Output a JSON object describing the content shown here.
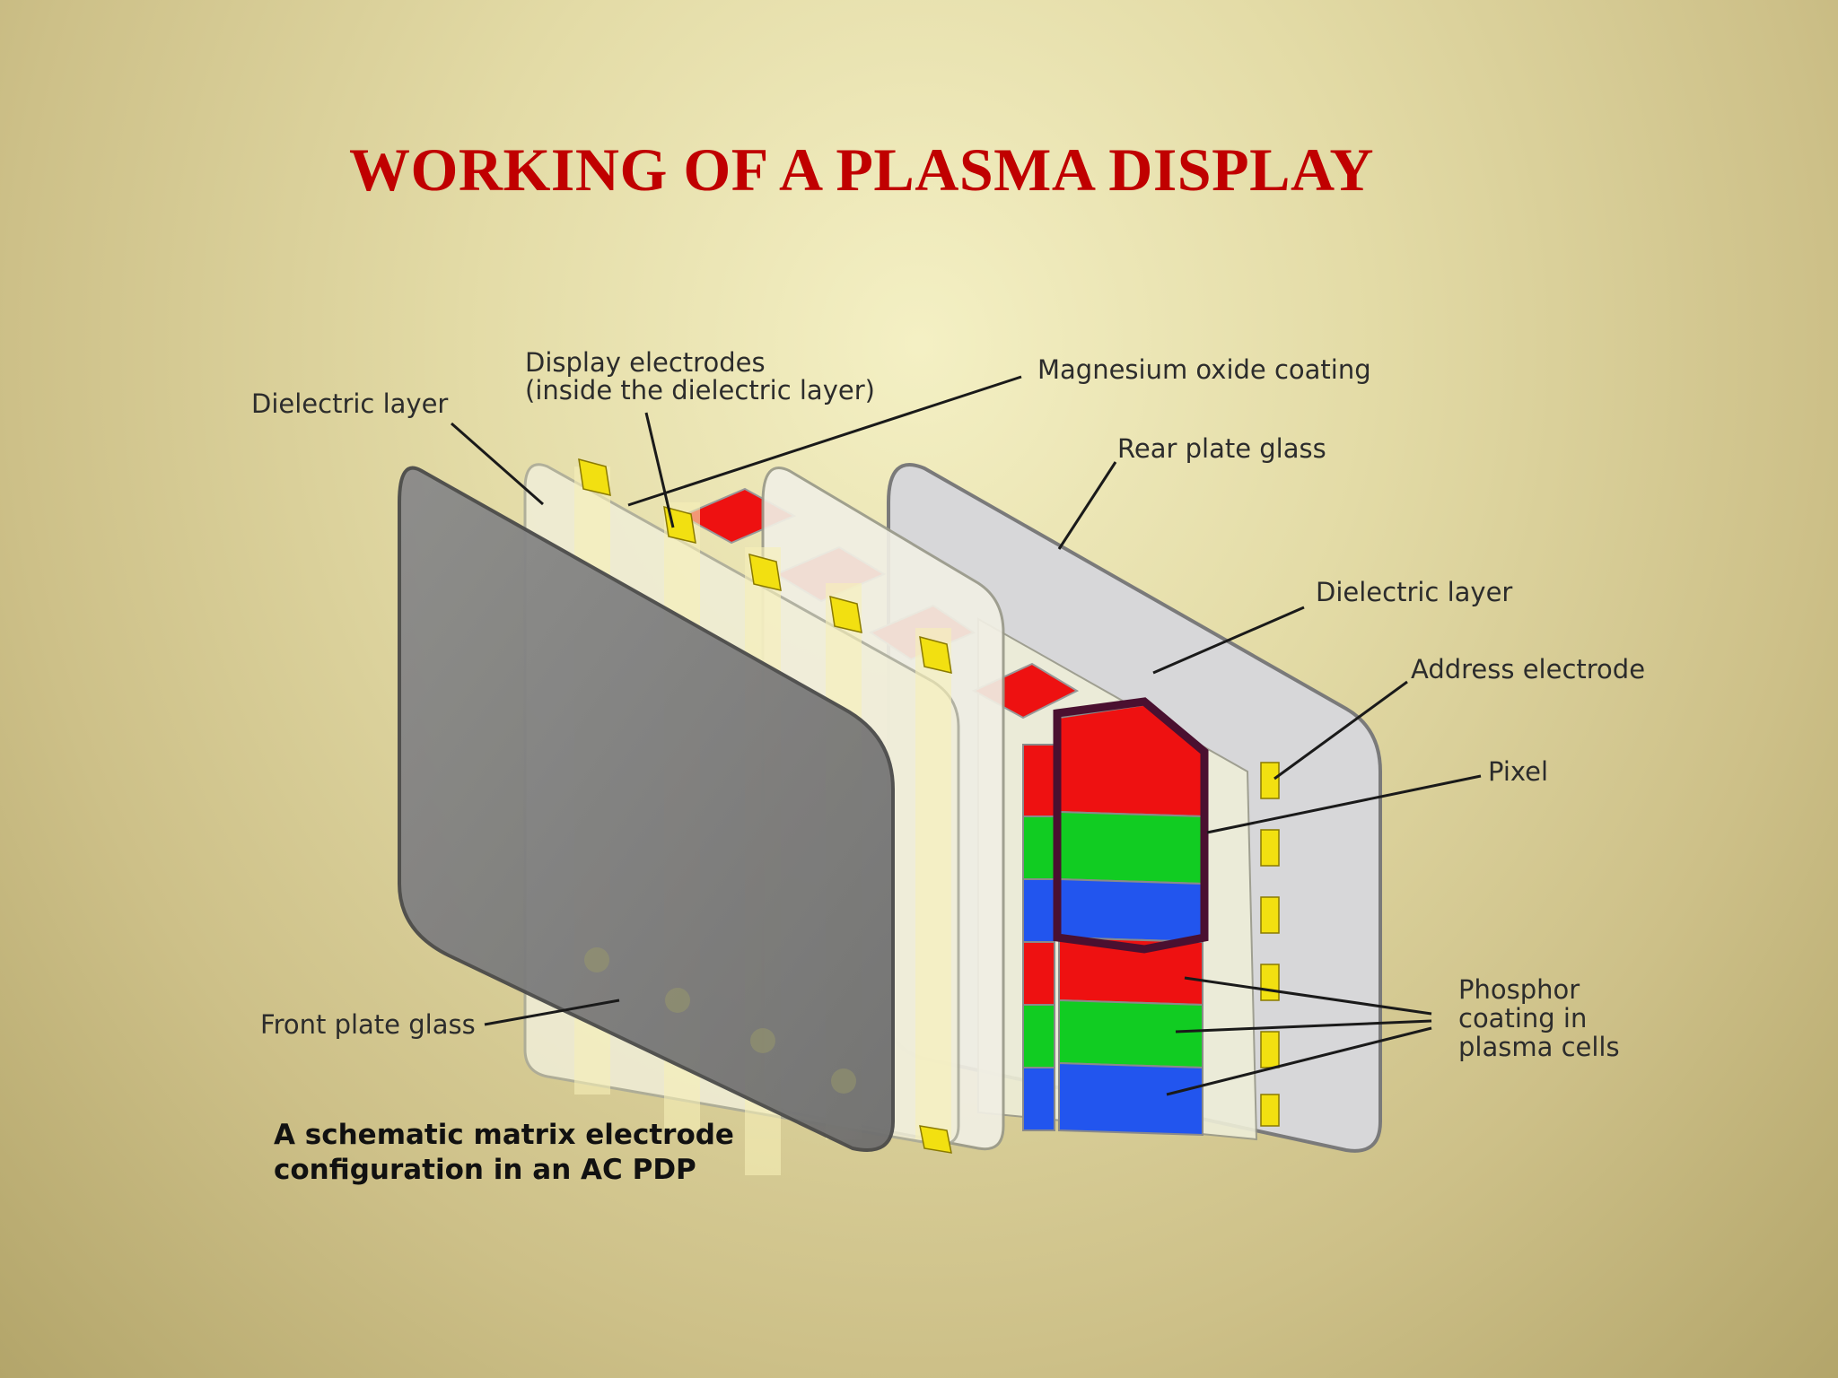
{
  "title": "WORKING OF A PLASMA DISPLAY",
  "labels": {
    "dielectric_front": "Dielectric layer",
    "display_electrodes_1": "Display electrodes",
    "display_electrodes_2": "(inside the dielectric layer)",
    "magnesium_oxide": "Magnesium oxide coating",
    "rear_plate_glass": "Rear plate glass",
    "dielectric_rear": "Dielectric layer",
    "address_electrode": "Address electrode",
    "pixel": "Pixel",
    "phosphor_1": "Phosphor",
    "phosphor_2": "coating in",
    "phosphor_3": "plasma cells",
    "front_plate_glass": "Front plate glass"
  },
  "caption": {
    "line1": "A schematic matrix electrode",
    "line2": "configuration in an AC PDP"
  },
  "colors": {
    "title": "#c00000",
    "red_phosphor": "#ee1111",
    "green_phosphor": "#11cc22",
    "blue_phosphor": "#2255ee",
    "electrode": "#f2e011",
    "pixel_outline": "#4a1030"
  }
}
